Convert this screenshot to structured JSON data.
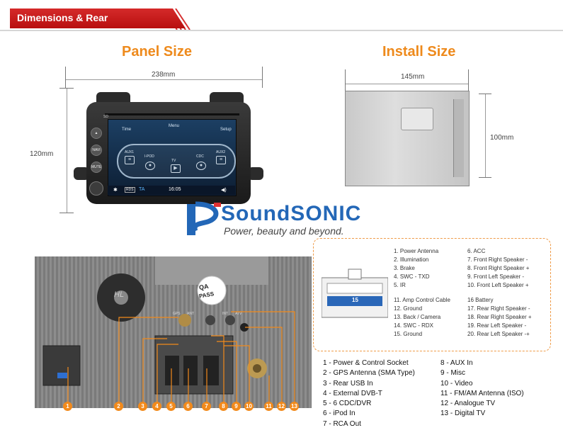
{
  "header": {
    "title": "Dimensions & Rear"
  },
  "panel": {
    "title": "Panel Size",
    "width_label": "238mm",
    "height_label": "120mm",
    "screen": {
      "time_label": "Time",
      "menu_label": "Menu",
      "setup_label": "Setup",
      "sd_label": "SD",
      "items": [
        "AUX1",
        "I-POD",
        "TV",
        "CDC",
        "AUX2"
      ],
      "rds_label": "RDS",
      "ta_label": "TA",
      "clock": "16:05"
    },
    "buttons": [
      "NAVI",
      "MUTE"
    ]
  },
  "install": {
    "title": "Install Size",
    "width_label": "145mm",
    "height_label": "100mm"
  },
  "logo": {
    "brand": "SoundSONIC",
    "tagline": "Power, beauty and beyond."
  },
  "rear": {
    "qa_text": [
      "QA",
      "PASS"
    ],
    "fan_label": "HL",
    "port_labels": [
      "GPS",
      "ANT",
      "ATV",
      "INT"
    ],
    "callouts": [
      "1",
      "2",
      "3",
      "4",
      "5",
      "6",
      "7",
      "8",
      "9",
      "10",
      "11",
      "12",
      "13"
    ]
  },
  "wiring": {
    "connector_label": "15",
    "col1": [
      "1. Power Antenna",
      "2. Illumination",
      "3. Brake",
      "4. SWC - TXD",
      "5. IR"
    ],
    "col2": [
      "6. ACC",
      "7. Front Right Speaker -",
      "8. Front Right Speaker +",
      "9. Front Left Speaker -",
      "10. Front Left Speaker +"
    ],
    "col3": [
      "11. Amp Control Cable",
      "12. Ground",
      "13. Back / Camera",
      "14. SWC - RDX",
      "15. Ground"
    ],
    "col4": [
      "16 Battery",
      "17. Rear Right Speaker -",
      "18. Rear Right Speaker +",
      "19. Rear Left Speaker -",
      "20. Rear Left Speaker -+"
    ]
  },
  "legend": {
    "col1": [
      "1 - Power & Control Socket",
      "2 - GPS Antenna (SMA Type)",
      "3 - Rear USB In",
      "4 - External DVB-T",
      "5 - 6 CDC/DVR",
      "6 - iPod In",
      "7 - RCA Out"
    ],
    "col2": [
      "8 - AUX In",
      "9 - Misc",
      "10 - Video",
      "11 - FM/AM Antenna (ISO)",
      "12 - Analogue TV",
      "13 - Digital TV"
    ]
  },
  "colors": {
    "accent": "#ee8a1c",
    "header_red": "#c41a1a",
    "brand_blue": "#2367b7"
  }
}
